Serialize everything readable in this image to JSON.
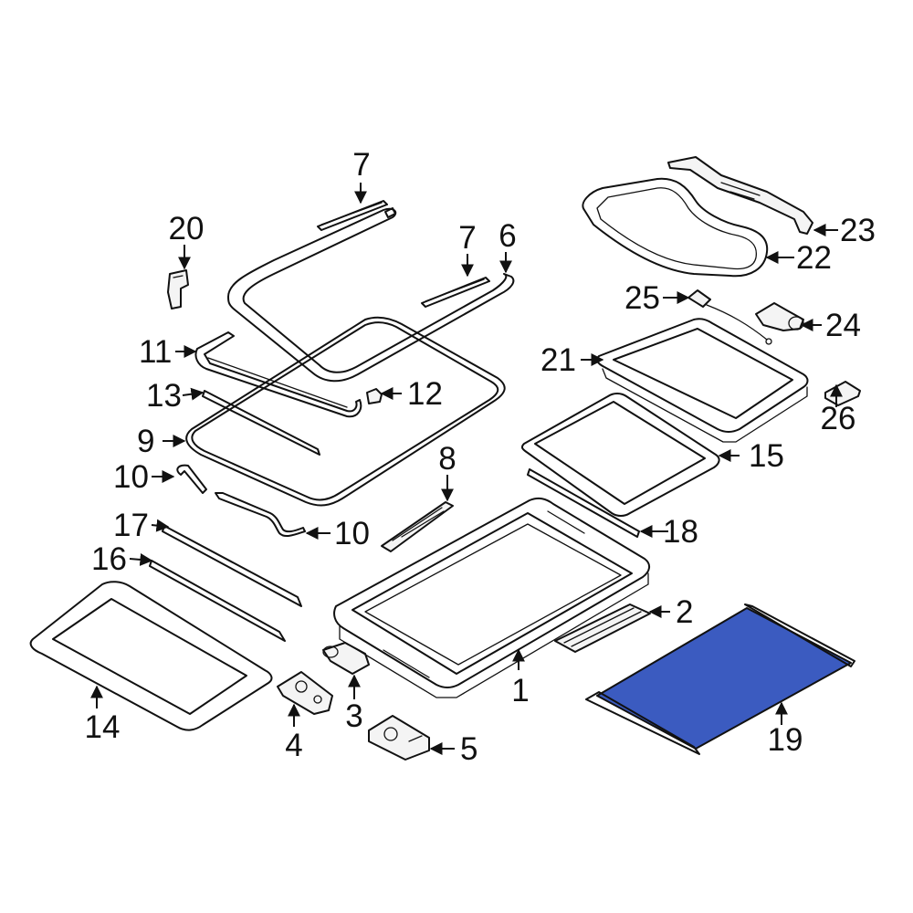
{
  "highlight_color": "#3b5bc0",
  "callouts": [
    {
      "id": "c7a",
      "label": "7"
    },
    {
      "id": "c7b",
      "label": "7"
    },
    {
      "id": "c6",
      "label": "6"
    },
    {
      "id": "c20",
      "label": "20"
    },
    {
      "id": "c11",
      "label": "11"
    },
    {
      "id": "c13",
      "label": "13"
    },
    {
      "id": "c12",
      "label": "12"
    },
    {
      "id": "c9",
      "label": "9"
    },
    {
      "id": "c10a",
      "label": "10"
    },
    {
      "id": "c10b",
      "label": "10"
    },
    {
      "id": "c8",
      "label": "8"
    },
    {
      "id": "c17",
      "label": "17"
    },
    {
      "id": "c16",
      "label": "16"
    },
    {
      "id": "c14",
      "label": "14"
    },
    {
      "id": "c4",
      "label": "4"
    },
    {
      "id": "c3",
      "label": "3"
    },
    {
      "id": "c5",
      "label": "5"
    },
    {
      "id": "c1",
      "label": "1"
    },
    {
      "id": "c2",
      "label": "2"
    },
    {
      "id": "c19",
      "label": "19"
    },
    {
      "id": "c18",
      "label": "18"
    },
    {
      "id": "c15",
      "label": "15"
    },
    {
      "id": "c21",
      "label": "21"
    },
    {
      "id": "c26",
      "label": "26"
    },
    {
      "id": "c25",
      "label": "25"
    },
    {
      "id": "c24",
      "label": "24"
    },
    {
      "id": "c22",
      "label": "22"
    },
    {
      "id": "c23",
      "label": "23"
    }
  ]
}
